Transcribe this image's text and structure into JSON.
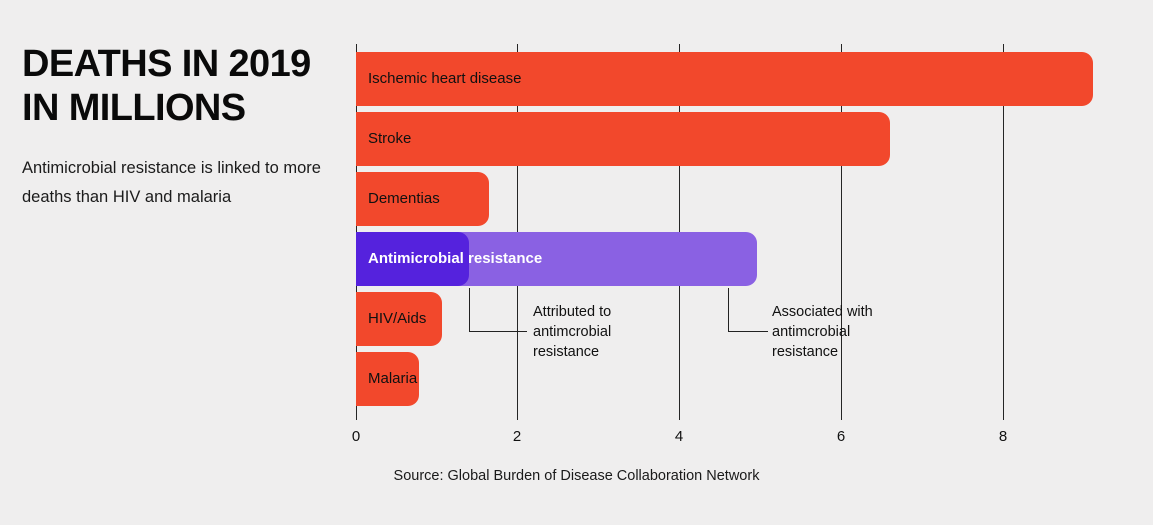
{
  "title": "DEATHS IN 2019 IN MILLIONS",
  "subtitle": "Antimicrobial resistance is linked to more deaths than HIV and malaria",
  "source": "Source: Global Burden of Disease Collaboration Network",
  "colors": {
    "background": "#efeeee",
    "red": "#f2482c",
    "purple_dark": "#5522dd",
    "purple_light": "#8a61e3",
    "axis": "#252525",
    "text": "#111111"
  },
  "annotations": [
    {
      "text": "Attributed to antimcrobial resistance"
    },
    {
      "text": "Associated with antimcrobial resistance"
    }
  ],
  "chart_data": {
    "type": "bar",
    "orientation": "horizontal",
    "title": "DEATHS IN 2019 IN MILLIONS",
    "subtitle": "Antimicrobial resistance is linked to more deaths than HIV and malaria",
    "xlabel": "",
    "ylabel": "",
    "xlim": [
      0,
      9.2
    ],
    "xticks": [
      0,
      2,
      4,
      6,
      8
    ],
    "xtick_labels": [
      "0",
      "2",
      "4",
      "6",
      "8"
    ],
    "grid": true,
    "legend": false,
    "units": "millions of deaths",
    "categories": [
      "Ischemic heart disease",
      "Stroke",
      "Dementias",
      "Antimicrobial resistance",
      "HIV/Aids",
      "Malaria"
    ],
    "values": [
      9.1,
      6.6,
      1.65,
      4.95,
      1.05,
      0.78
    ],
    "series": [
      {
        "name": "Deaths",
        "values": [
          9.1,
          6.6,
          1.65,
          4.95,
          1.05,
          0.78
        ]
      }
    ],
    "bars": [
      {
        "label": "Ischemic heart disease",
        "value": 9.1,
        "color": "#f2482c",
        "label_color": "dark"
      },
      {
        "label": "Stroke",
        "value": 6.6,
        "color": "#f2482c",
        "label_color": "dark"
      },
      {
        "label": "Dementias",
        "value": 1.65,
        "color": "#f2482c",
        "label_color": "dark"
      },
      {
        "label": "Antimicrobial resistance",
        "value": 4.95,
        "color": "#8a61e3",
        "label_color": "light",
        "sub_value": 1.4,
        "sub_color": "#5522dd",
        "sub_annotation": "Attributed to antimcrobial resistance",
        "annotation": "Associated with antimcrobial resistance"
      },
      {
        "label": "HIV/Aids",
        "value": 1.05,
        "color": "#f2482c",
        "label_color": "dark"
      },
      {
        "label": "Malaria",
        "value": 0.78,
        "color": "#f2482c",
        "label_color": "dark"
      }
    ]
  }
}
